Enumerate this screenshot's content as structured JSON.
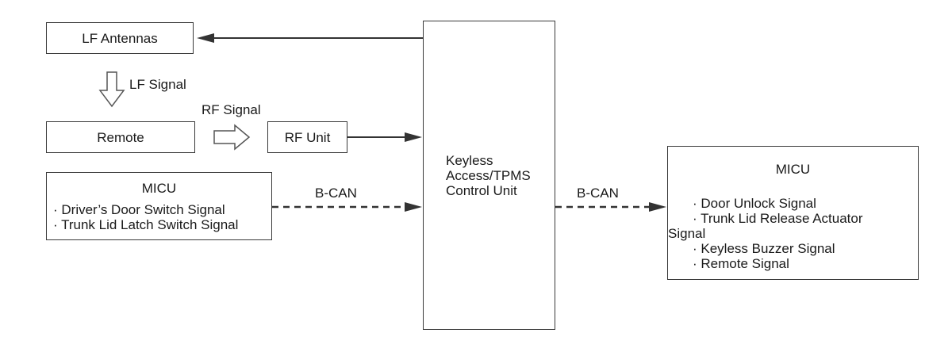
{
  "diagram": {
    "boxes": {
      "lf_antennas": "LF Antennas",
      "remote": "Remote",
      "rf_unit": "RF Unit",
      "micu_left": {
        "title": "MICU",
        "items": [
          "· Driver’s Door Switch Signal",
          "· Trunk Lid Latch Switch Signal"
        ]
      },
      "control_unit": [
        "Keyless",
        "Access/TPMS",
        "Control Unit"
      ],
      "micu_right": {
        "title": "MICU",
        "items": [
          "· Door Unlock Signal",
          "· Trunk Lid Release Actuator",
          "Signal",
          "· Keyless Buzzer Signal",
          "· Remote Signal"
        ]
      }
    },
    "labels": {
      "lf_signal": "LF Signal",
      "rf_signal": "RF Signal",
      "bcan_left": "B-CAN",
      "bcan_right": "B-CAN"
    },
    "colors": {
      "line": "#333333",
      "box_border": "#3a3a3a",
      "text": "#1a1a1a"
    }
  }
}
